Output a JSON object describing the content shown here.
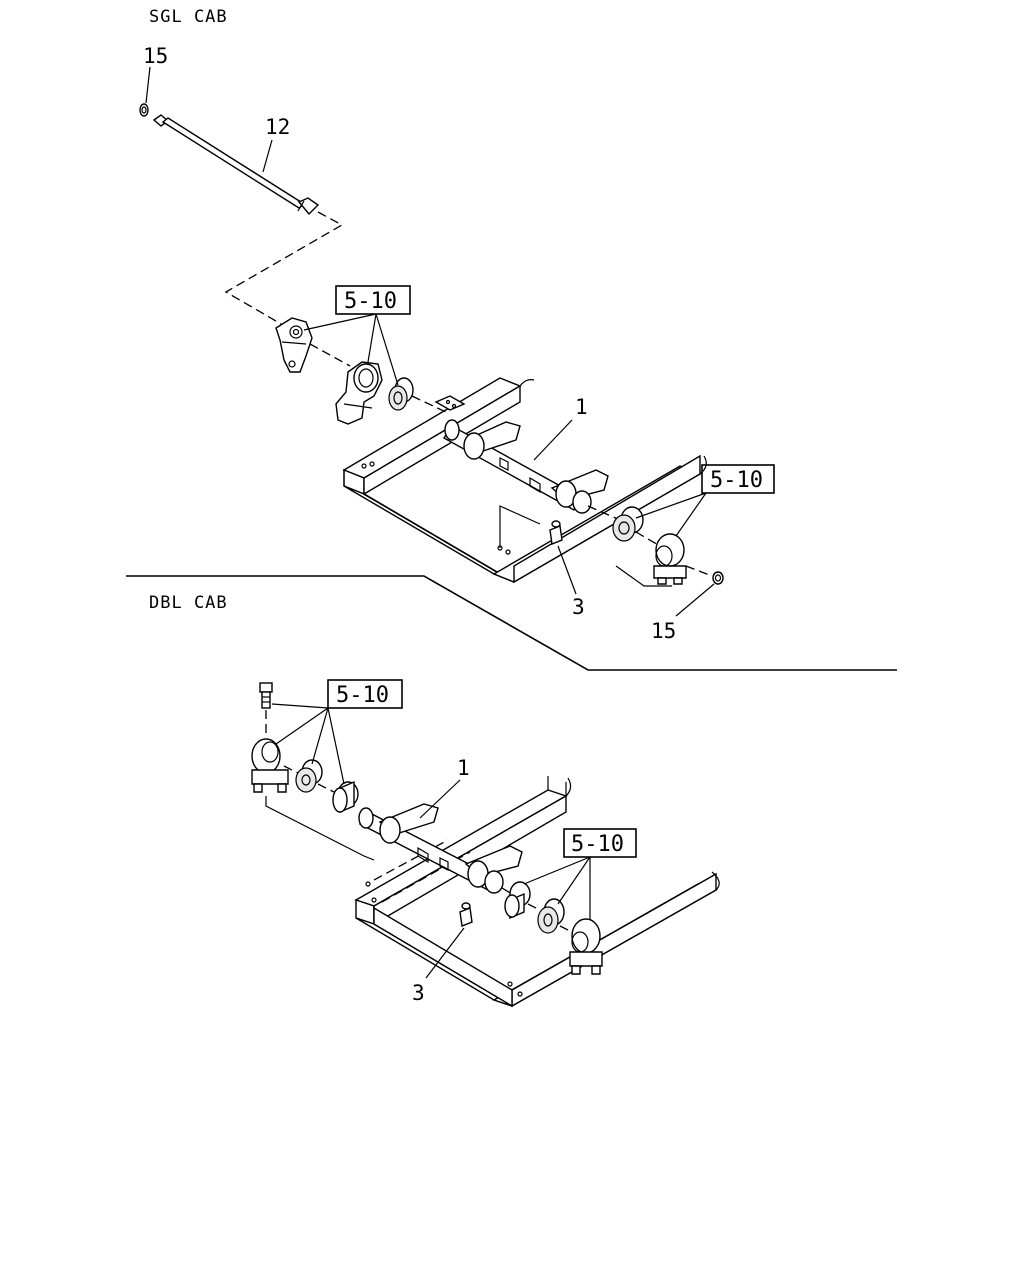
{
  "diagram": {
    "sections": {
      "single_cab": "SGL CAB",
      "double_cab": "DBL CAB"
    },
    "callouts": {
      "sgl_15_top": "15",
      "sgl_12": "12",
      "sgl_5_10_upper": "5-10",
      "sgl_1": "1",
      "sgl_5_10_right": "5-10",
      "sgl_3": "3",
      "sgl_15_bottom": "15",
      "dbl_5_10_left": "5-10",
      "dbl_1": "1",
      "dbl_5_10_right": "5-10",
      "dbl_3": "3"
    },
    "colors": {
      "line": "#000000",
      "background": "#ffffff"
    }
  }
}
